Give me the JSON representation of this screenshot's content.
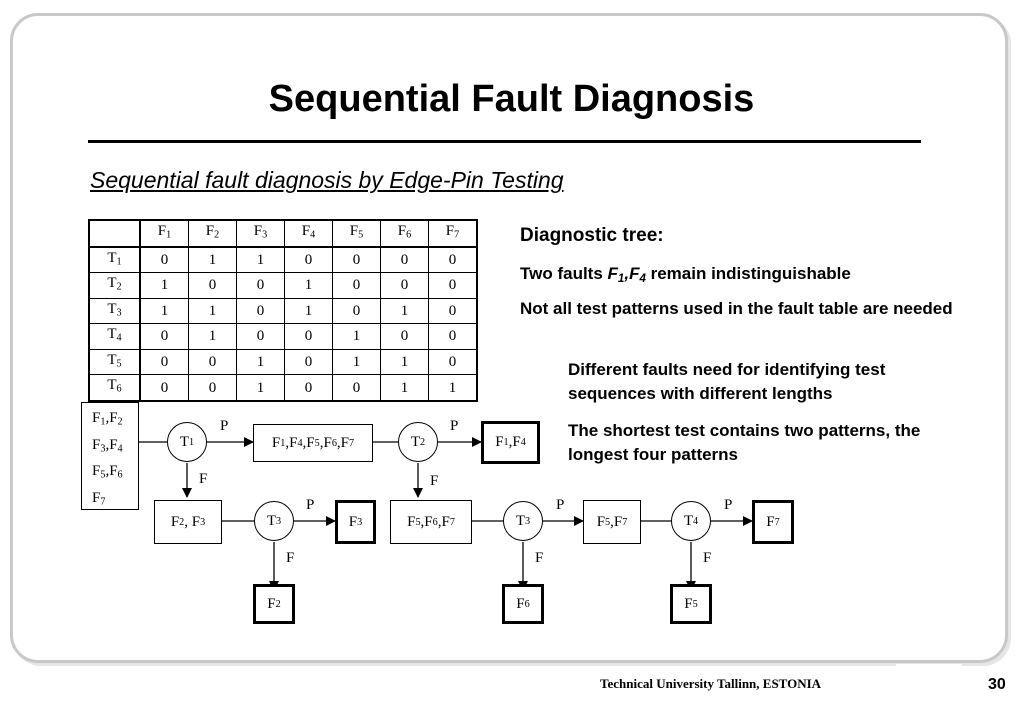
{
  "slide": {
    "title": "Sequential Fault Diagnosis",
    "subtitle": "Sequential fault diagnosis by Edge-Pin Testing",
    "footer": "Technical University Tallinn, ESTONIA",
    "page_number": "30"
  },
  "fault_table": {
    "columns": [
      "F1",
      "F2",
      "F3",
      "F4",
      "F5",
      "F6",
      "F7"
    ],
    "rows": [
      {
        "test": "T1",
        "values": [
          "0",
          "1",
          "1",
          "0",
          "0",
          "0",
          "0"
        ]
      },
      {
        "test": "T2",
        "values": [
          "1",
          "0",
          "0",
          "1",
          "0",
          "0",
          "0"
        ]
      },
      {
        "test": "T3",
        "values": [
          "1",
          "1",
          "0",
          "1",
          "0",
          "1",
          "0"
        ]
      },
      {
        "test": "T4",
        "values": [
          "0",
          "1",
          "0",
          "0",
          "1",
          "0",
          "0"
        ]
      },
      {
        "test": "T5",
        "values": [
          "0",
          "0",
          "1",
          "0",
          "1",
          "1",
          "0"
        ]
      },
      {
        "test": "T6",
        "values": [
          "0",
          "0",
          "1",
          "0",
          "0",
          "1",
          "1"
        ]
      }
    ]
  },
  "notes": {
    "heading": "Diagnostic tree:",
    "line1_prefix": "Two faults ",
    "line1_faults": "F1,F4",
    "line1_suffix": " remain indistinguishable",
    "line2": "Not all test patterns used in the fault table are needed",
    "line3": "Different faults need for identifying test sequences with different lengths",
    "line4": "The shortest test contains two patterns, the longest four patterns"
  },
  "tree": {
    "root_set": [
      "F1,F2",
      "F3,F4",
      "F5,F6",
      "F7"
    ],
    "nodes": {
      "t1": "T1",
      "t2": "T2",
      "t3a": "T3",
      "t3b": "T3",
      "t4": "T4"
    },
    "sets": {
      "after_t1_p": "F1,F4,F5,F6,F7",
      "after_t2_p": "F1,F4",
      "after_t1_f": "F2, F3",
      "after_t3a_p": "F3",
      "after_t3a_f": "F2",
      "after_t2_f": "F5,F6,F7",
      "after_t3b_p": "F5,F7",
      "after_t3b_f": "F6",
      "after_t4_p": "F7",
      "after_t4_f": "F5"
    },
    "edge_labels": {
      "pass": "P",
      "fail": "F"
    }
  }
}
